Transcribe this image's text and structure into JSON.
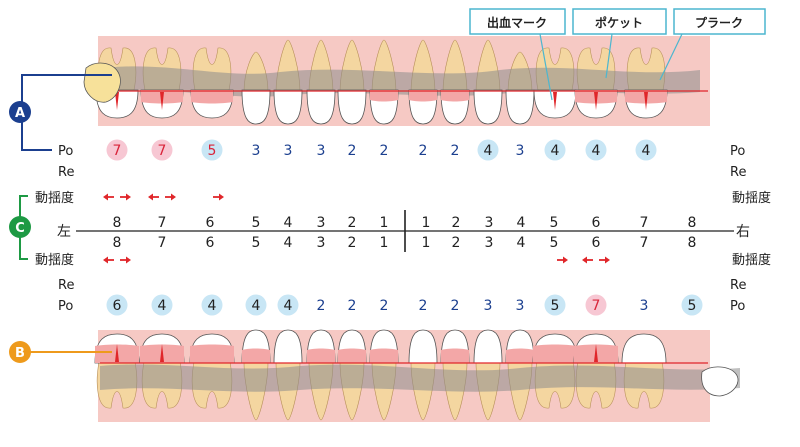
{
  "callouts": [
    "出血マーク",
    "ポケット",
    "プラーク"
  ],
  "section_labels": {
    "a": "A",
    "b": "B",
    "c": "C"
  },
  "row_labels": {
    "po": "Po",
    "re": "Re",
    "mobility": "動揺度"
  },
  "side_labels": {
    "left": "左",
    "right": "右"
  },
  "tooth_numbers": {
    "left": [
      "8",
      "7",
      "6",
      "5",
      "4",
      "3",
      "2",
      "1"
    ],
    "right": [
      "1",
      "2",
      "3",
      "4",
      "5",
      "6",
      "7",
      "8"
    ]
  },
  "upper_po": [
    {
      "v": "7",
      "mark": "pink"
    },
    {
      "v": "7",
      "mark": "pink"
    },
    {
      "v": "5",
      "mark": "blue"
    },
    {
      "v": "3",
      "mark": "none"
    },
    {
      "v": "3",
      "mark": "none"
    },
    {
      "v": "3",
      "mark": "none"
    },
    {
      "v": "2",
      "mark": "none"
    },
    {
      "v": "2",
      "mark": "none"
    },
    {
      "v": "2",
      "mark": "none"
    },
    {
      "v": "2",
      "mark": "none"
    },
    {
      "v": "4",
      "mark": "blue"
    },
    {
      "v": "3",
      "mark": "none"
    },
    {
      "v": "4",
      "mark": "blue"
    },
    {
      "v": "4",
      "mark": "blue"
    },
    {
      "v": "4",
      "mark": "blue"
    }
  ],
  "lower_po": [
    {
      "v": "6",
      "mark": "blue"
    },
    {
      "v": "4",
      "mark": "blue"
    },
    {
      "v": "4",
      "mark": "blue"
    },
    {
      "v": "4",
      "mark": "blue"
    },
    {
      "v": "4",
      "mark": "blue"
    },
    {
      "v": "2",
      "mark": "none"
    },
    {
      "v": "2",
      "mark": "none"
    },
    {
      "v": "2",
      "mark": "none"
    },
    {
      "v": "2",
      "mark": "none"
    },
    {
      "v": "2",
      "mark": "none"
    },
    {
      "v": "3",
      "mark": "none"
    },
    {
      "v": "3",
      "mark": "none"
    },
    {
      "v": "5",
      "mark": "blue"
    },
    {
      "v": "7",
      "mark": "pink"
    },
    {
      "v": "3",
      "mark": "none"
    },
    {
      "v": "5",
      "mark": "blue"
    }
  ],
  "upper_mobility": {
    "8": 2,
    "7": 2,
    "6": 1
  },
  "lower_mobility_left": {
    "8": 2
  },
  "lower_mobility_right": {
    "5": 1,
    "6": 2
  },
  "colors": {
    "navy": "#1b3f8f",
    "green": "#1e9a44",
    "orange": "#ee9a1c",
    "red": "#e0262a",
    "teal": "#4cb6cf",
    "pink_mark": "#f7c7d3",
    "blue_mark": "#c8e6f5",
    "gum": "#f6c9c4"
  }
}
